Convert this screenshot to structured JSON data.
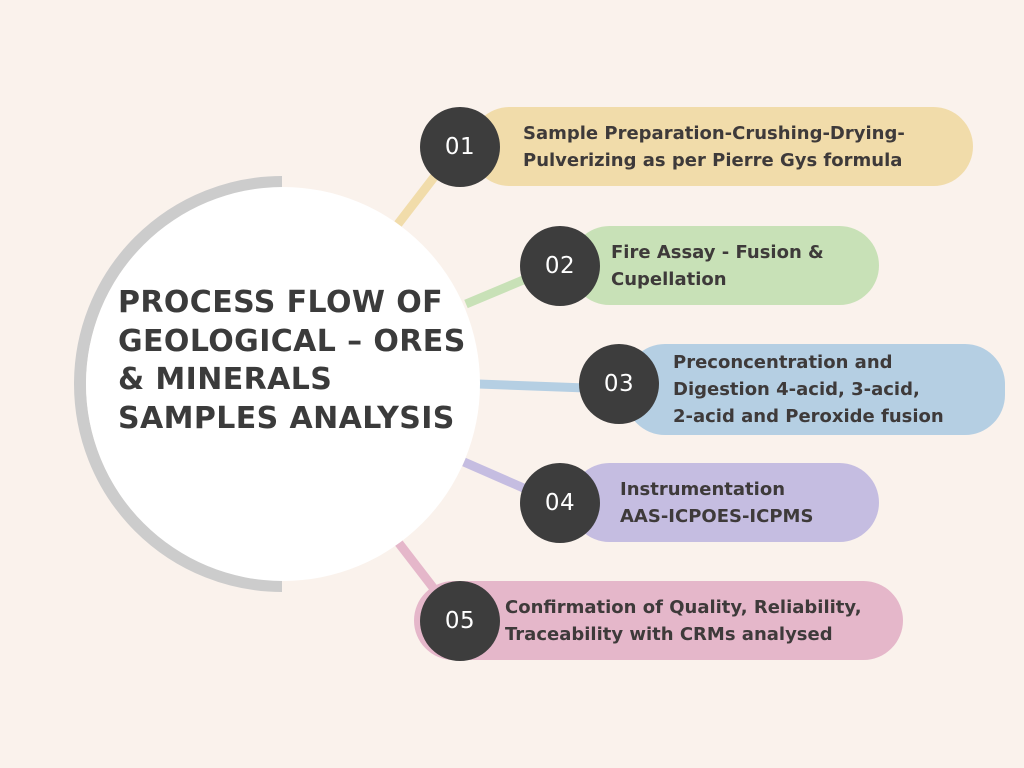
{
  "title": "PROCESS FLOW OF GEOLOGICAL – ORES & MINERALS SAMPLES ANALYSIS",
  "colors": {
    "background": "#faf2ec",
    "center_circle": "#ffffff",
    "outer_arc": "#cccccc",
    "number_badge": "#3d3d3d"
  },
  "steps": [
    {
      "number": "01",
      "text": "Sample Preparation-Crushing-Drying-\nPulverizing as per Pierre Gys formula",
      "color": "#f1dcaa"
    },
    {
      "number": "02",
      "text": "Fire Assay - Fusion &\nCupellation",
      "color": "#c8e1b7"
    },
    {
      "number": "03",
      "text": "Preconcentration and\nDigestion 4-acid, 3-acid,\n2-acid and Peroxide fusion",
      "color": "#b5cfe3"
    },
    {
      "number": "04",
      "text": "Instrumentation\nAAS-ICPOES-ICPMS",
      "color": "#c5bde1"
    },
    {
      "number": "05",
      "text": "Confirmation of Quality, Reliability,\nTraceability with CRMs analysed",
      "color": "#e5b7ca"
    }
  ]
}
